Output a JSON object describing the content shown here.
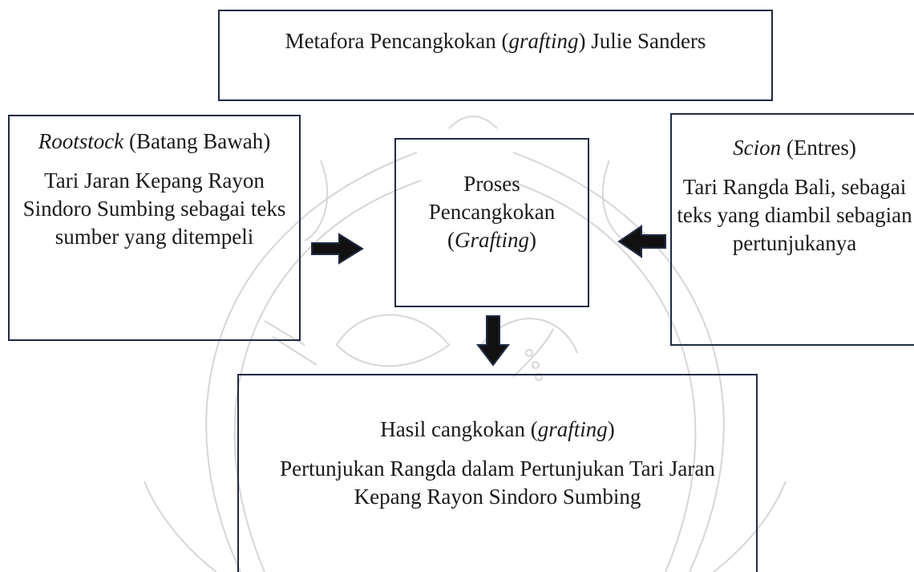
{
  "title_box": {
    "text_before": "Metafora Pencangkokan (",
    "text_italic": "grafting",
    "text_after": ") Julie Sanders"
  },
  "rootstock_box": {
    "heading_italic": "Rootstock",
    "heading_rest": " (Batang Bawah)",
    "body": "Tari Jaran Kepang Rayon Sindoro Sumbing sebagai teks sumber yang ditempeli"
  },
  "process_box": {
    "line1": "Proses",
    "line2": "Pencangkokan",
    "line3_open": "(",
    "line3_italic": "Grafting",
    "line3_close": ")"
  },
  "scion_box": {
    "heading_italic": "Scion",
    "heading_rest": " (Entres)",
    "body": "Tari Rangda Bali, sebagai teks yang diambil sebagian pertunjukanya"
  },
  "result_box": {
    "heading_before": "Hasil cangkokan (",
    "heading_italic": "grafting",
    "heading_after": ")",
    "body": "Pertunjukan Rangda dalam Pertunjukan Tari Jaran Kepang Rayon Sindoro Sumbing"
  },
  "colors": {
    "border": "#1f2a44",
    "arrow": "#111111",
    "watermark": "#d9d9d9"
  }
}
